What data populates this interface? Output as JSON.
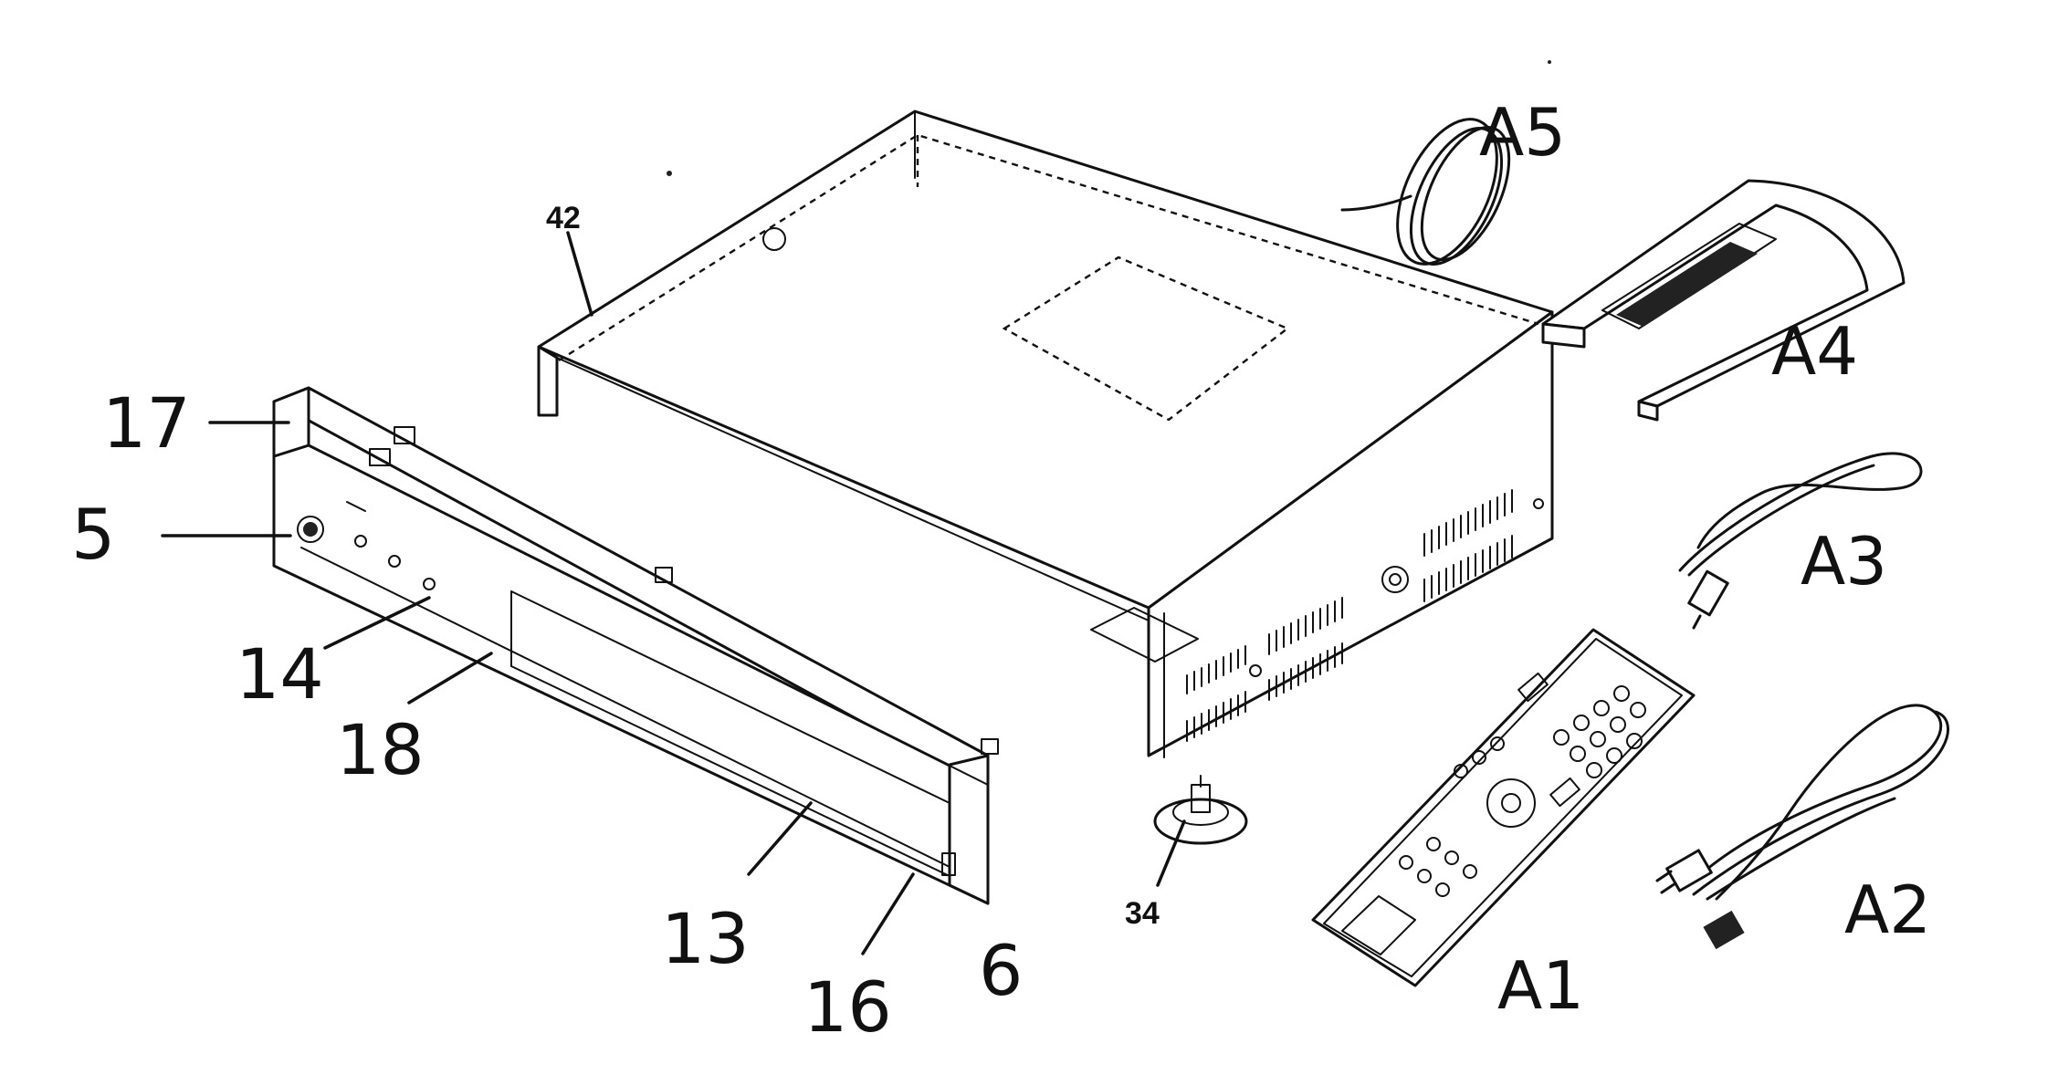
{
  "parts": [
    {
      "id": "p42",
      "label": "42",
      "desc_icon": "top-cover-icon"
    },
    {
      "id": "p17",
      "label": "17"
    },
    {
      "id": "p5",
      "label": "5"
    },
    {
      "id": "p14",
      "label": "14"
    },
    {
      "id": "p18",
      "label": "18"
    },
    {
      "id": "p13",
      "label": "13"
    },
    {
      "id": "p16",
      "label": "16"
    },
    {
      "id": "p6",
      "label": "6"
    },
    {
      "id": "p34",
      "label": "34"
    },
    {
      "id": "pA1",
      "label": "A1"
    },
    {
      "id": "pA2",
      "label": "A2"
    },
    {
      "id": "pA3",
      "label": "A3"
    },
    {
      "id": "pA4",
      "label": "A4"
    },
    {
      "id": "pA5",
      "label": "A5"
    }
  ]
}
